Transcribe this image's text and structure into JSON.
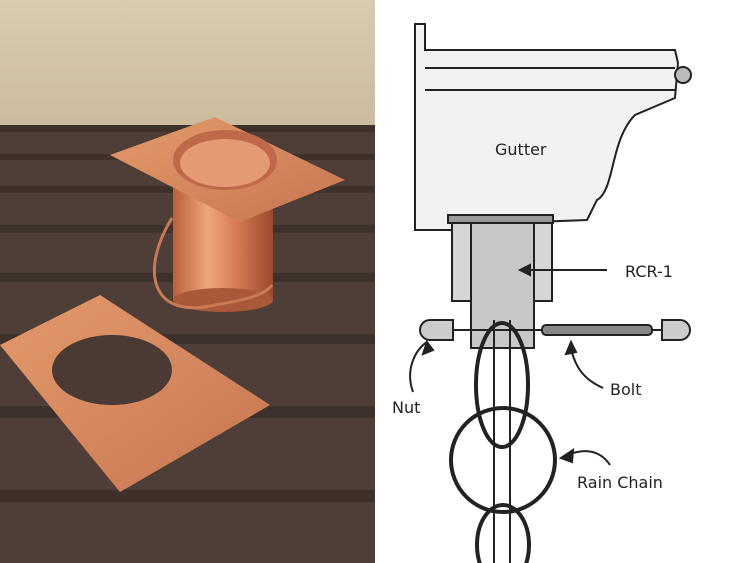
{
  "photo": {
    "subject": "copper rain chain gutter adapter with flat flange plate",
    "colors": {
      "wall": "#d9ccb0",
      "wood": "#4a3a33",
      "wood_gap": "#2a201c",
      "copper": "#d98a5e",
      "copper_dark": "#a9583a"
    }
  },
  "diagram": {
    "labels": {
      "gutter": "Gutter",
      "rcr": "RCR-1",
      "nut": "Nut",
      "bolt": "Bolt",
      "rain_chain": "Rain Chain"
    },
    "colors": {
      "line": "#222222",
      "fill": "#e6e6e6",
      "shade": "#bdbdbd"
    }
  }
}
